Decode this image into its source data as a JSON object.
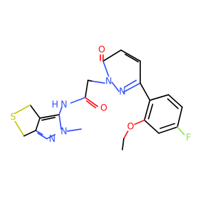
{
  "molecule": {
    "atoms": {
      "o_ketone": "O",
      "n_ring1": "N",
      "n_ring2": "N",
      "o_amide": "O",
      "n_amide": "N",
      "h_amide": "H",
      "n_pyrazole2": "N",
      "n_pyrazole1": "N",
      "s_thio": "S",
      "f": "F",
      "o_methoxy": "O"
    }
  },
  "colors": {
    "carbon": "#000000",
    "oxygen": "#ff0d0d",
    "nitrogen": "#3050f8",
    "sulfur": "#c6c600",
    "fluorine": "#90e050"
  }
}
